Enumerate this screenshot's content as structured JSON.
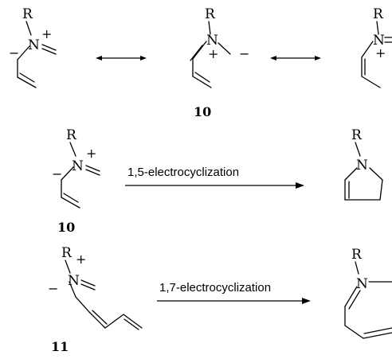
{
  "labels": {
    "R": "R",
    "N": "N",
    "plus": "+",
    "minus": "−"
  },
  "compounds": {
    "dipole_10": "10",
    "dipole_11": "11"
  },
  "reactions": {
    "r1_conditions": "1,5-electrocyclization",
    "r2_conditions": "1,7-electrocyclization"
  }
}
